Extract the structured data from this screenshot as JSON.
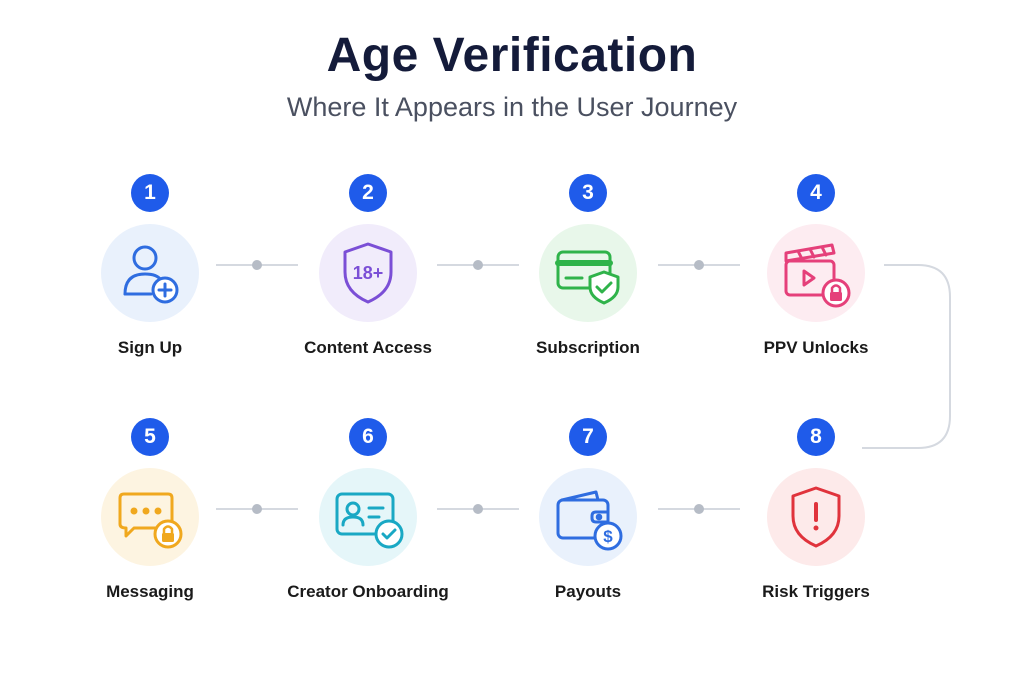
{
  "title": "Age Verification",
  "subtitle": "Where It Appears in the User Journey",
  "age_icon_text": "18+",
  "steps": [
    {
      "number": "1",
      "label": "Sign Up",
      "icon": "user-add-icon",
      "color": "#2f6de0",
      "bg": "#e9f1fc"
    },
    {
      "number": "2",
      "label": "Content Access",
      "icon": "shield-18-plus-icon",
      "color": "#7b4fd6",
      "bg": "#f1ecfb"
    },
    {
      "number": "3",
      "label": "Subscription",
      "icon": "credit-card-shield-icon",
      "color": "#2fb34a",
      "bg": "#e8f7ea"
    },
    {
      "number": "4",
      "label": "PPV Unlocks",
      "icon": "video-lock-icon",
      "color": "#e5407a",
      "bg": "#fdecf1"
    },
    {
      "number": "5",
      "label": "Messaging",
      "icon": "message-lock-icon",
      "color": "#f0a81e",
      "bg": "#fdf4e1"
    },
    {
      "number": "6",
      "label": "Creator Onboarding",
      "icon": "id-card-check-icon",
      "color": "#19a8c4",
      "bg": "#e5f6f9"
    },
    {
      "number": "7",
      "label": "Payouts",
      "icon": "wallet-dollar-icon",
      "color": "#2f6de0",
      "bg": "#e9f1fc"
    },
    {
      "number": "8",
      "label": "Risk Triggers",
      "icon": "shield-alert-icon",
      "color": "#e0333c",
      "bg": "#fdeaea"
    }
  ]
}
